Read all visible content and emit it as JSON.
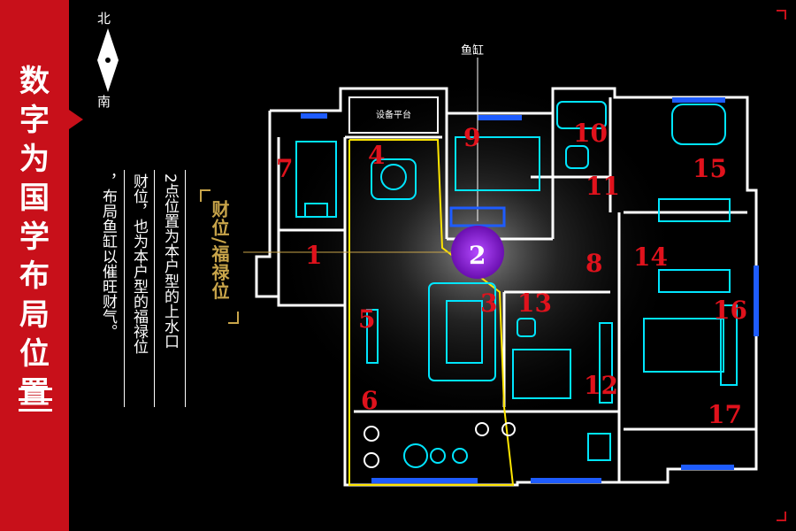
{
  "title": {
    "chars": [
      "数",
      "字",
      "为",
      "国",
      "学",
      "布",
      "局",
      "位",
      "置"
    ]
  },
  "compass": {
    "north": "北",
    "south": "南"
  },
  "description": {
    "col1": "2点位置为本户型的上水口",
    "col2": "财位，也为本户型的福禄位",
    "col3": "，布局鱼缸以催旺财气。"
  },
  "label_gold": "财位/福禄位",
  "label_fish": "鱼缸",
  "balcony_label": "设备平台",
  "rooms": [
    "1",
    "2",
    "3",
    "4",
    "5",
    "6",
    "7",
    "8",
    "9",
    "10",
    "11",
    "12",
    "13",
    "14",
    "15",
    "16",
    "17"
  ],
  "colors": {
    "band": "#c8101a",
    "gold": "#c9a54a",
    "number": "#e0121c",
    "marker": "#8a1cc8",
    "furniture": "#00e5ff",
    "zone": "#ffe600"
  }
}
